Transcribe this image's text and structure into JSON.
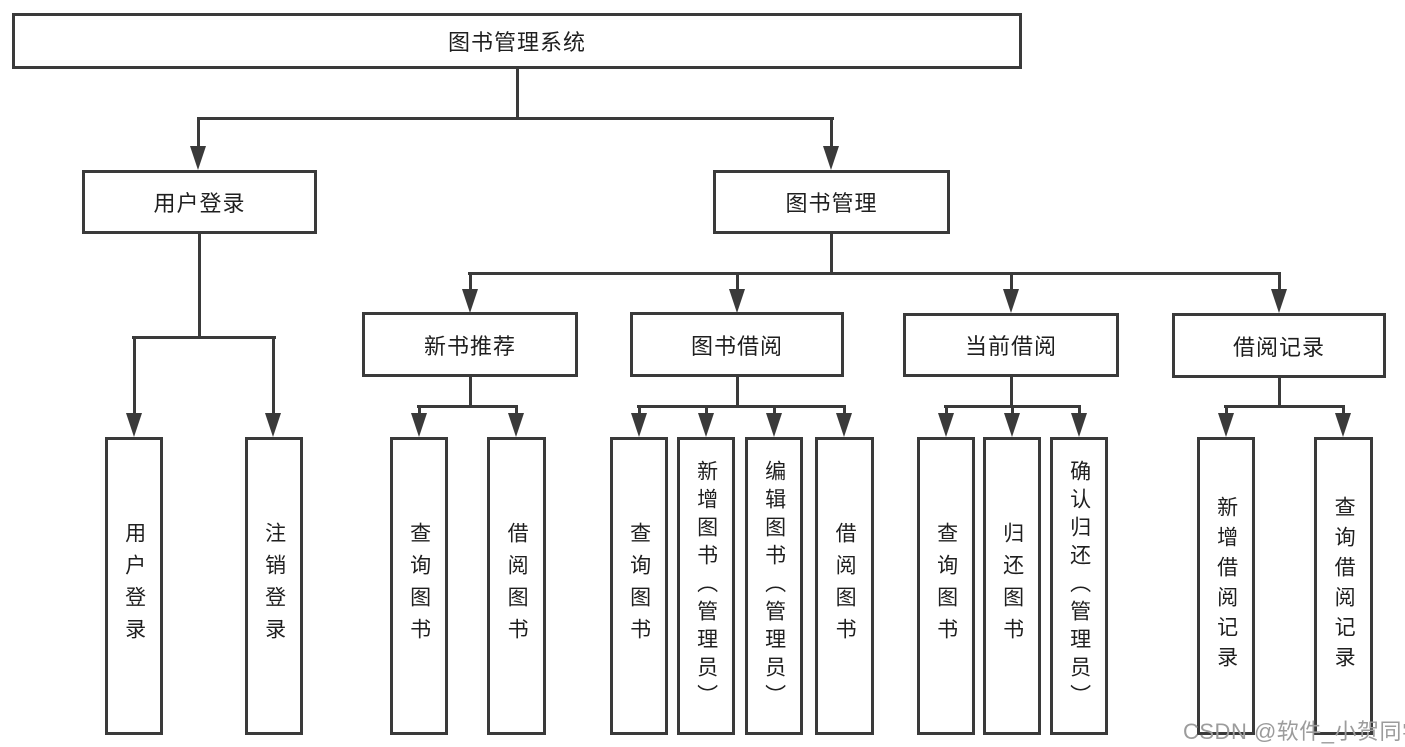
{
  "nodes": {
    "root": "图书管理系统",
    "user_login": "用户登录",
    "book_mgmt": "图书管理",
    "new_book_rec": "新书推荐",
    "book_borrow": "图书借阅",
    "current_borrow": "当前借阅",
    "borrow_record": "借阅记录",
    "leaf_user_login": "用户登录",
    "leaf_logout": "注销登录",
    "leaf_nbr_query": "查询图书",
    "leaf_nbr_borrow": "借阅图书",
    "leaf_bb_query": "查询图书",
    "leaf_bb_add": "新增图书（管理员）",
    "leaf_bb_edit": "编辑图书（管理员）",
    "leaf_bb_borrow": "借阅图书",
    "leaf_cb_query": "查询图书",
    "leaf_cb_return": "归还图书",
    "leaf_cb_confirm": "确认归还（管理员）",
    "leaf_br_add": "新增借阅记录",
    "leaf_br_query": "查询借阅记录"
  },
  "watermark": {
    "text": "CSDN @软件_小贺同学"
  },
  "colors": {
    "background": "#ffffff",
    "line": "#3a3a3a",
    "text": "#1f1f1f",
    "watermark": "#9c9c9c"
  }
}
